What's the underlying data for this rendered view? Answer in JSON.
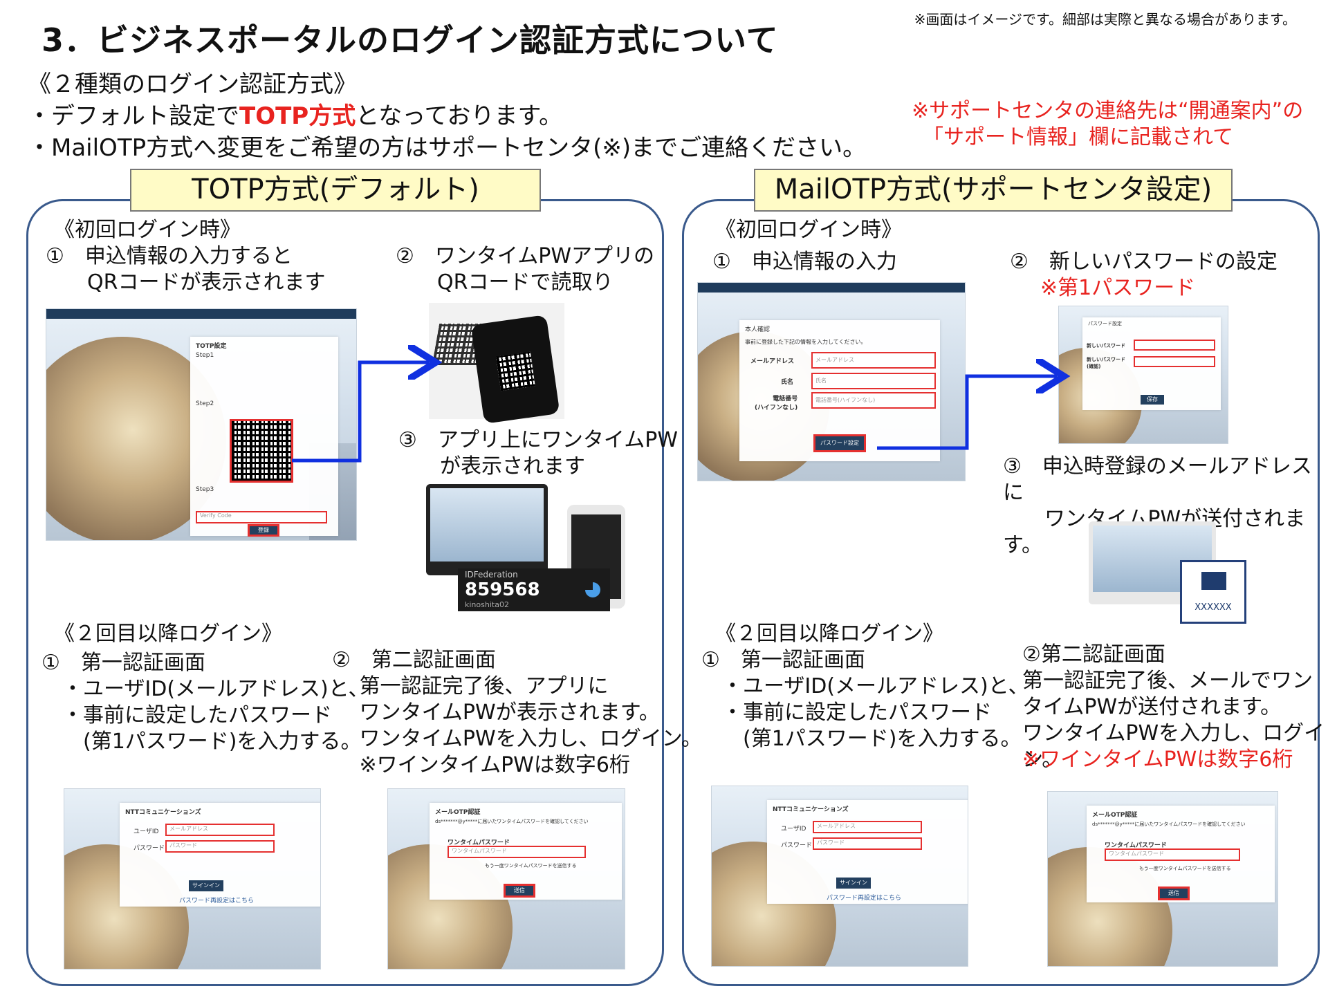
{
  "title": "3．ビジネスポータルのログイン認証方式について",
  "note": "※画面はイメージです。細部は実際と異なる場合があります。",
  "intro": {
    "heading": "《２種類のログイン認証方式》",
    "line1_pre": "・デフォルト設定で",
    "line1_em": "TOTP方式",
    "line1_post": "となっております。",
    "line2": "・MailOTP方式へ変更をご希望の方はサポートセンタ(※)までご連絡ください。"
  },
  "support_note": {
    "line1": "※サポートセンタの連絡先は“開通案内”の",
    "line2": "「サポート情報」欄に記載されて"
  },
  "totp": {
    "tab": "TOTP方式(デフォルト)",
    "first_login": "《初回ログイン時》",
    "step1": "①　申込情報の入力すると\n　　QRコードが表示されます",
    "step2": "②　ワンタイムPWアプリの\n　　QRコードで読取り",
    "step3": "③　アプリ上にワンタイムPW\n　　が表示されます",
    "app_brand": "IDFederation",
    "app_code": "859568",
    "app_user": "kinoshita02",
    "second_login": "《２回目以降ログイン》",
    "s2_step1": "①　第一認証画面\n　・ユーザID(メールアドレス)と、\n　・事前に設定したパスワード\n　　(第1パスワード)を入力する。",
    "s2_step2": "②　第二認証画面\n　 第一認証完了後、アプリに\n　 ワンタイムPWが表示されます。\n　 ワンタイムPWを入力し、ログイン。\n　 ※ワインタイムPWは数字6桁",
    "shot_totp_title": "TOTP設定",
    "shot_totp_step1": "Step1",
    "shot_totp_step2": "Step2",
    "shot_totp_step3": "Step3",
    "shot_totp_verify": "Verify Code",
    "shot_totp_btn": "登録"
  },
  "mail": {
    "tab": "MailOTP方式(サポートセンタ設定)",
    "first_login": "《初回ログイン時》",
    "step1": "①　申込情報の入力",
    "step2": "②　新しいパスワードの設定",
    "step2_red": "※第1パスワード",
    "step3": "③　申込時登録のメールアドレスに\n　　ワンタイムPWが送付されます。",
    "mail_code": "XXXXXX",
    "second_login": "《２回目以降ログイン》",
    "s2_step1": "①　第一認証画面\n　・ユーザID(メールアドレス)と、\n　・事前に設定したパスワード\n　　(第1パスワード)を入力する。",
    "s2_step2": "②第二認証画面\n第一認証完了後、メールでワン\nタイムPWが送付されます。\nワンタイムPWを入力し、ログイン。",
    "s2_step2_red": "※ワインタイムPWは数字6桁",
    "shot_reg_title": "本人確認",
    "shot_reg_desc": "事前に登録した下記の情報を入力してください。",
    "shot_reg_mail_label": "メールアドレス",
    "shot_reg_mail_ph": "メールアドレス",
    "shot_reg_name_label": "氏名",
    "shot_reg_name_ph": "氏名",
    "shot_reg_tel_label": "電話番号\n(ハイフンなし)",
    "shot_reg_tel_ph": "電話番号(ハイフンなし)",
    "shot_reg_btn": "パスワード設定",
    "shot_pw_title": "パスワード設定",
    "shot_pw_new": "新しいパスワード",
    "shot_pw_conf": "新しいパスワード\n(確認)",
    "shot_pw_btn": "保存"
  },
  "login_shot": {
    "brand": "NTTコミュニケーションズ",
    "user_label": "ユーザID",
    "user_ph": "メールアドレス",
    "pw_label": "パスワード",
    "pw_ph": "パスワード",
    "signin": "サインイン",
    "reset": "パスワード再設定はこちら"
  },
  "otp_shot": {
    "title": "メールOTP認証",
    "desc": "ds*******@y*****に届いたワンタイムパスワードを確認してください",
    "label": "ワンタイムパスワード",
    "ph": "ワンタイムパスワード",
    "resend": "もう一度ワンタイムパスワードを送信する",
    "btn": "送信"
  },
  "colors": {
    "accent_red": "#e8231f",
    "panel_border": "#3a5a8c",
    "tab_bg": "#fffbc6",
    "arrow_blue": "#1030e0"
  }
}
